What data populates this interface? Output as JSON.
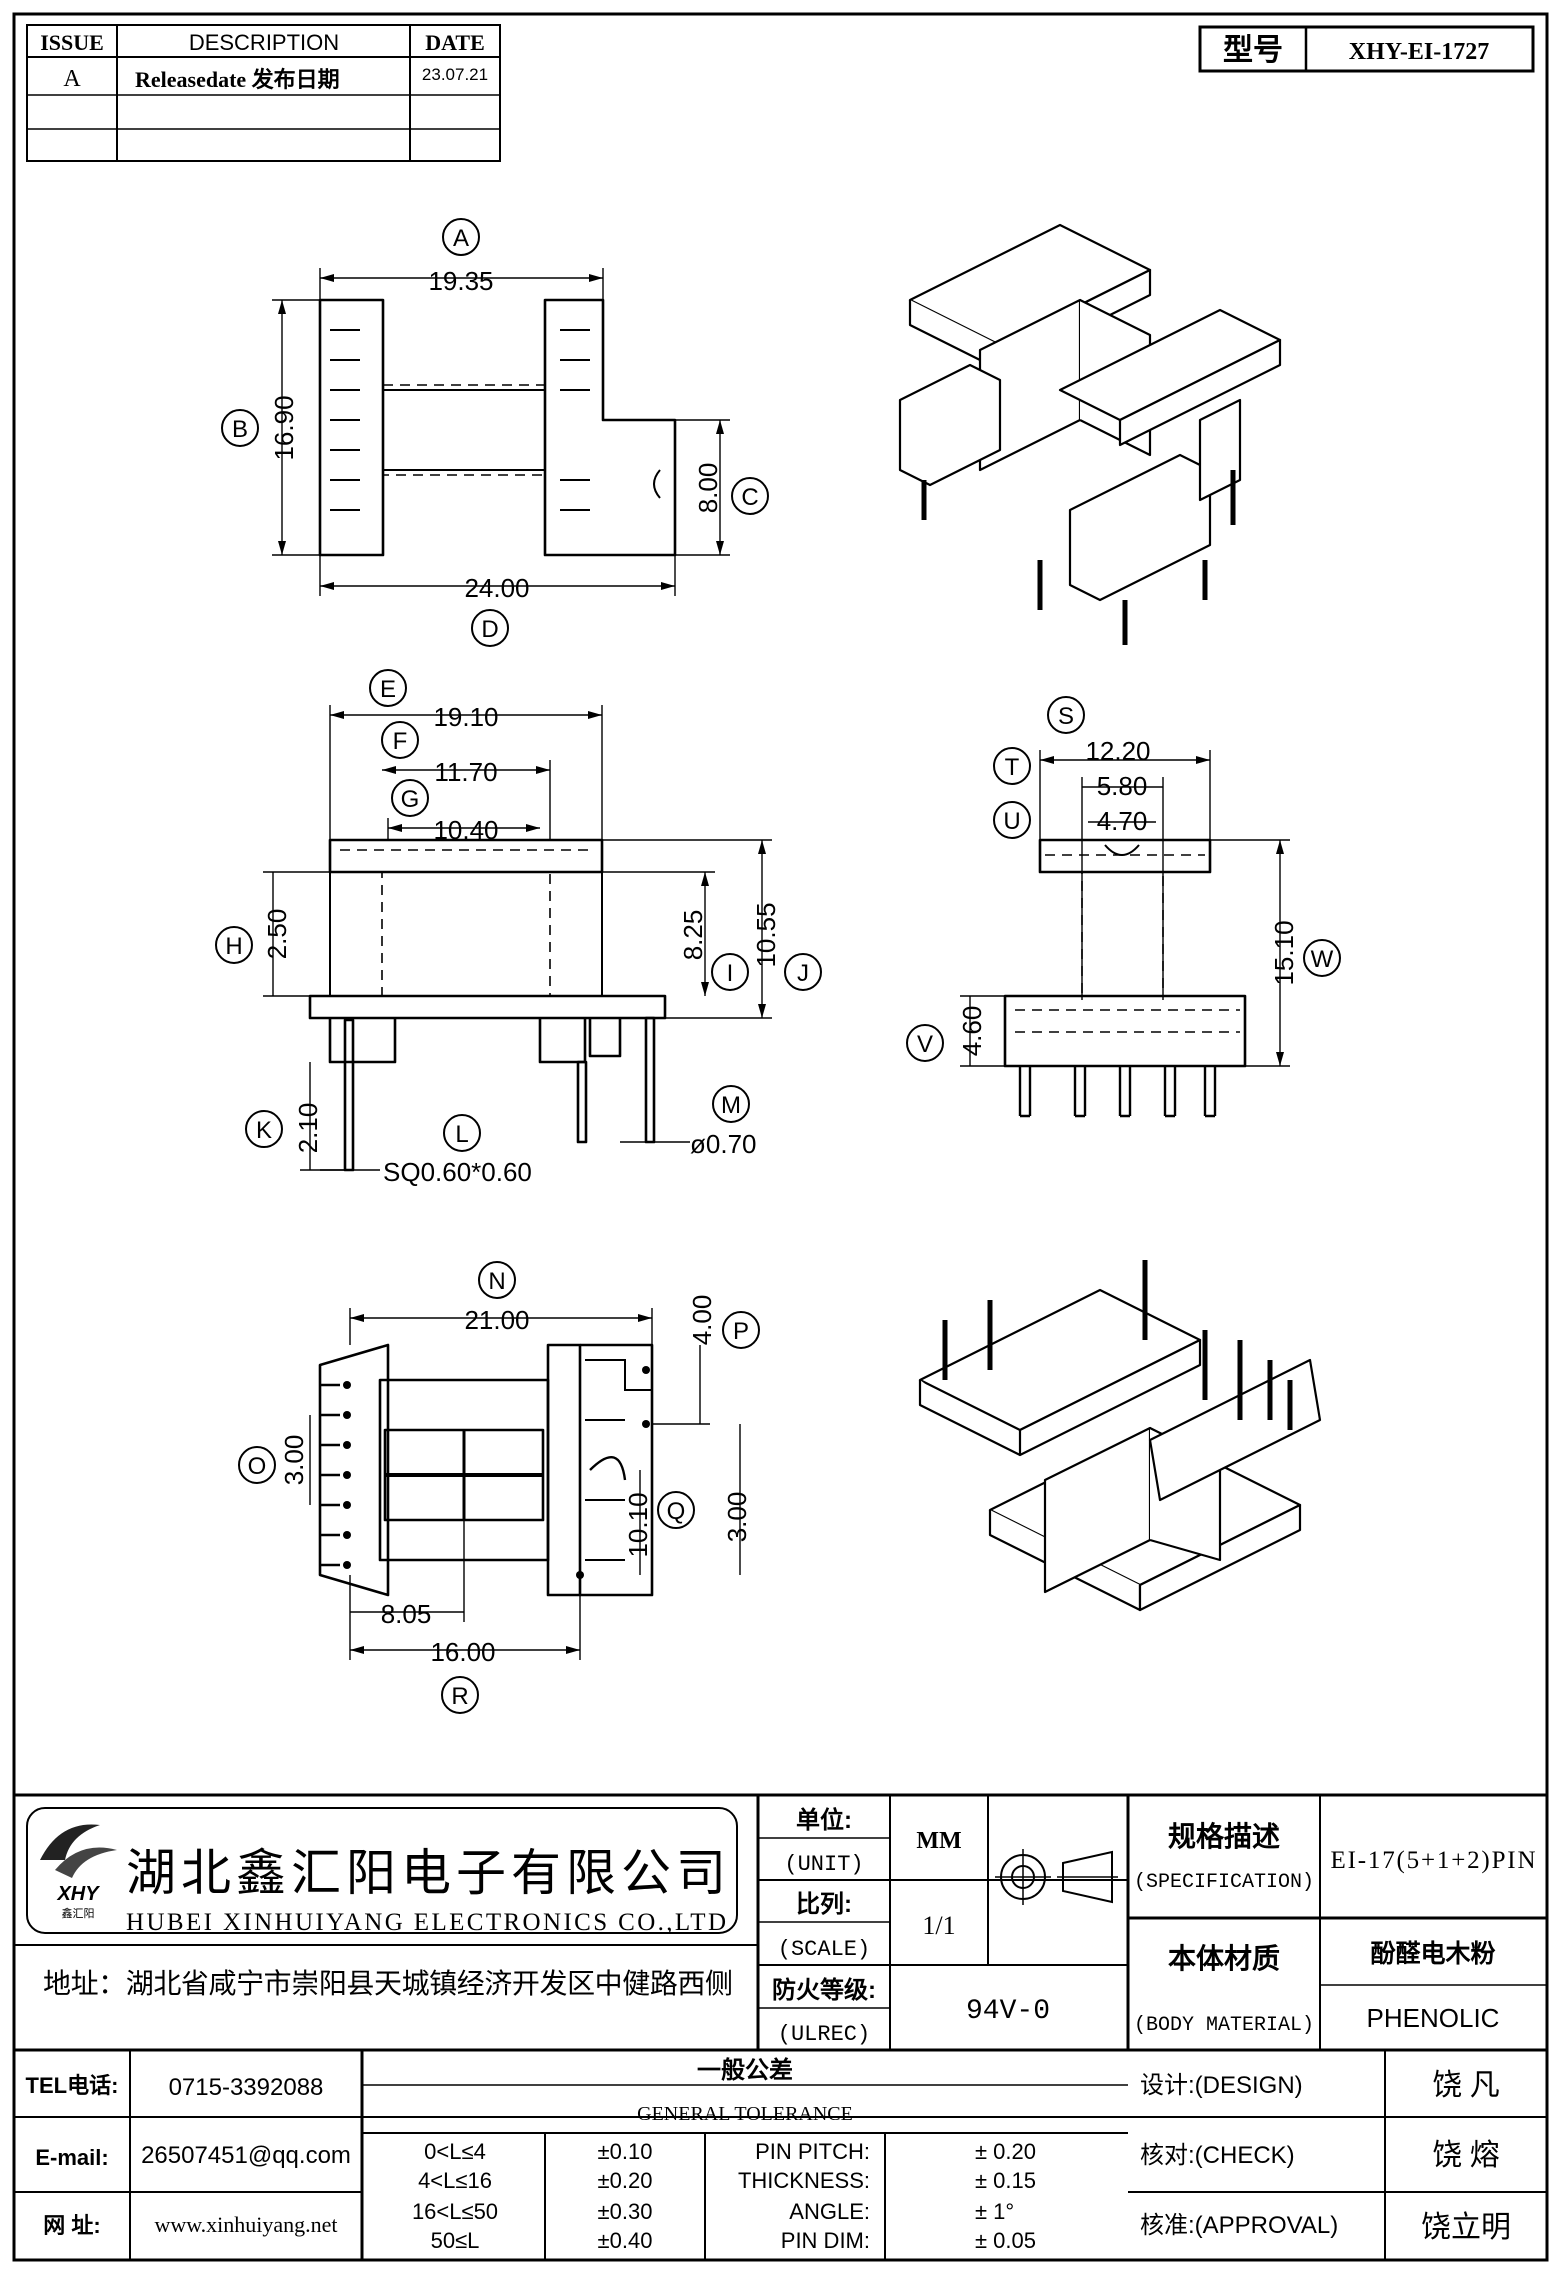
{
  "revision_table": {
    "headers": [
      "ISSUE",
      "DESCRIPTION",
      "DATE"
    ],
    "rows": [
      {
        "issue": "A",
        "description": "Releasedate 发布日期",
        "date": "23.07.21"
      },
      {
        "issue": "",
        "description": "",
        "date": ""
      },
      {
        "issue": "",
        "description": "",
        "date": ""
      }
    ]
  },
  "model": {
    "label": "型号",
    "value": "XHY-EI-1727"
  },
  "dimensions": {
    "A": "19.35",
    "B": "16.90",
    "C": "8.00",
    "D": "24.00",
    "E": "19.10",
    "F": "11.70",
    "G": "10.40",
    "H": "2.50",
    "I": "8.25",
    "J": "10.55",
    "K": "2.10",
    "L": "SQ0.60*0.60",
    "M": "ø0.70",
    "N": "21.00",
    "O": "3.00",
    "P": "4.00",
    "Q": "10.10",
    "Q2": "3.00",
    "R": "16.00",
    "R2": "8.05",
    "S": "12.20",
    "T": "5.80",
    "U": "4.70",
    "V": "4.60",
    "W": "15.10"
  },
  "company": {
    "name_cn": "湖北鑫汇阳电子有限公司",
    "name_en": "HUBEI XINHUIYANG ELECTRONICS CO.,LTD",
    "logo_text": "XHY",
    "logo_sub": "鑫汇阳",
    "address": "地址：湖北省咸宁市崇阳县天城镇经济开发区中健路西侧"
  },
  "title_block": {
    "unit_cn": "单位:",
    "unit_en": "(UNIT)",
    "unit_value": "MM",
    "scale_cn": "比列:",
    "scale_en": "(SCALE)",
    "scale_value": "1/1",
    "ulrec_cn": "防火等级:",
    "ulrec_en": "(ULREC)",
    "ulrec_value": "94V-0",
    "spec_cn": "规格描述",
    "spec_en": "(SPECIFICATION)",
    "spec_value": "EI-17(5+1+2)PIN",
    "material_cn": "本体材质",
    "material_en": "(BODY MATERIAL)",
    "material_value_cn": "酚醛电木粉",
    "material_value_en": "PHENOLIC"
  },
  "contact": {
    "tel_label": "TEL电话:",
    "tel": "0715-3392088",
    "email_label": "E-mail:",
    "email": "26507451@qq.com",
    "web_label": "网  址:",
    "web": "www.xinhuiyang.net"
  },
  "tolerance": {
    "title_cn": "一般公差",
    "title_en": "GENERAL TOLERANCE",
    "ranges": [
      {
        "range": "0<L≤4",
        "tol": "±0.10"
      },
      {
        "range": "4<L≤16",
        "tol": "±0.20"
      },
      {
        "range": "16<L≤50",
        "tol": "±0.30"
      },
      {
        "range": "50≤L",
        "tol": "±0.40"
      }
    ],
    "params": [
      {
        "name": "PIN PITCH:",
        "value": "±  0.20"
      },
      {
        "name": "THICKNESS:",
        "value": "±  0.15"
      },
      {
        "name": "ANGLE:",
        "value": "±  1°"
      },
      {
        "name": "PIN DIM:",
        "value": "±  0.05"
      }
    ]
  },
  "approvals": [
    {
      "label": "设计:(DESIGN)",
      "name": "饶  凡"
    },
    {
      "label": "核对:(CHECK)",
      "name": "饶  熔"
    },
    {
      "label": "核准:(APPROVAL)",
      "name": "饶立明"
    }
  ]
}
